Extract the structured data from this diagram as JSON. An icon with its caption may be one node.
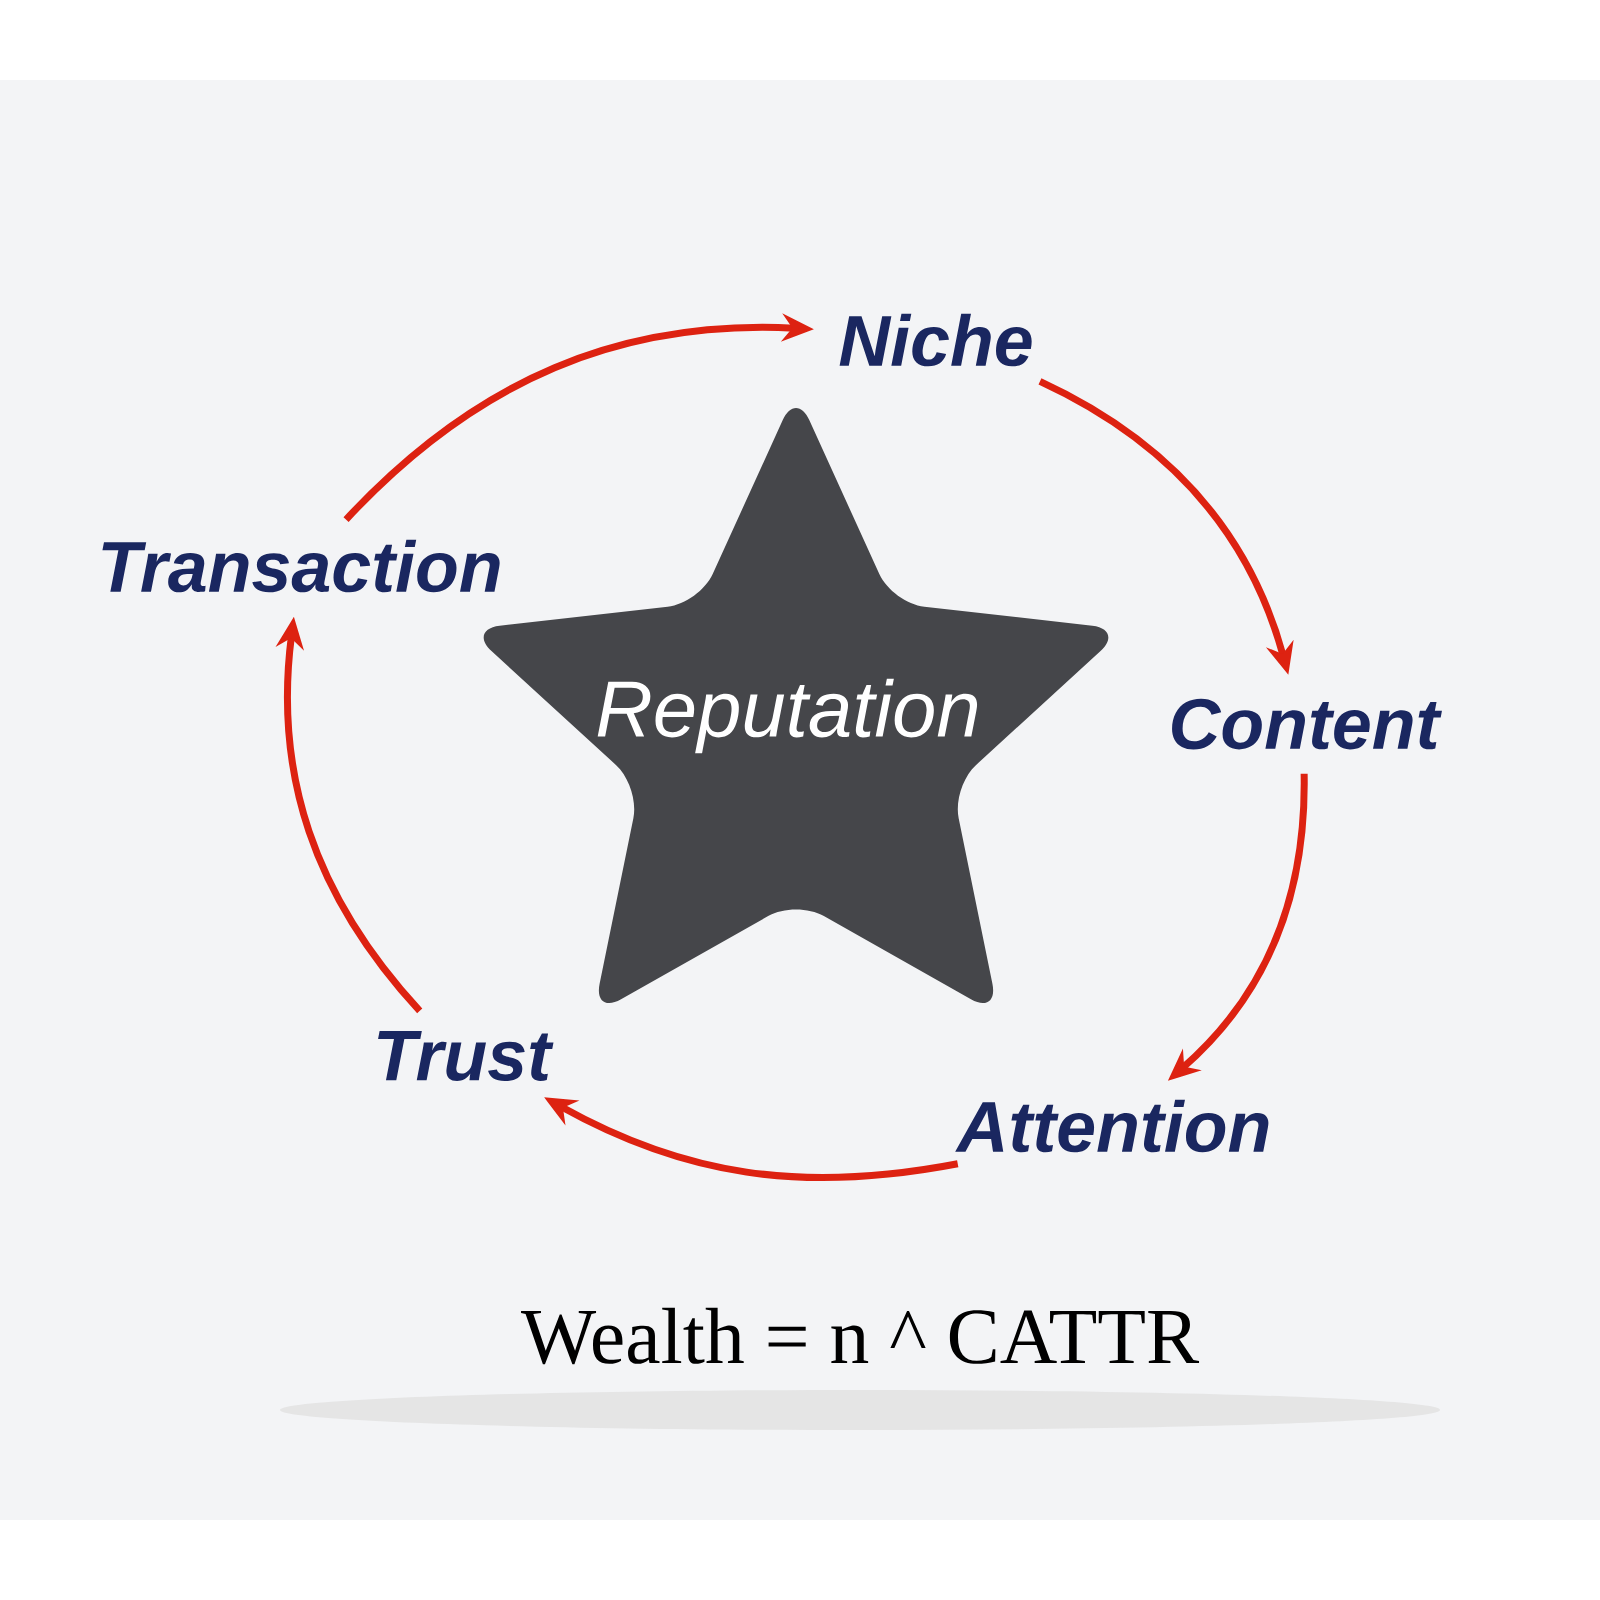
{
  "diagram": {
    "nodes": [
      {
        "text": [
          "Reputation"
        ]
      },
      {
        "text": [
          "Niche"
        ]
      },
      {
        "text": [
          "Content"
        ]
      },
      {
        "text": [
          "Attention"
        ]
      },
      {
        "text": [
          "Trust"
        ]
      },
      {
        "text": [
          "Transaction"
        ]
      }
    ],
    "edges": [
      {
        "from": 5,
        "to": 1,
        "arrow": "to"
      },
      {
        "from": 1,
        "to": 2,
        "arrow": "to"
      },
      {
        "from": 2,
        "to": 3,
        "arrow": "to"
      },
      {
        "from": 3,
        "to": 4,
        "arrow": "to"
      },
      {
        "from": 4,
        "to": 5,
        "arrow": "to"
      }
    ],
    "labels": [
      "Wealth = n ^ CATTR"
    ]
  }
}
